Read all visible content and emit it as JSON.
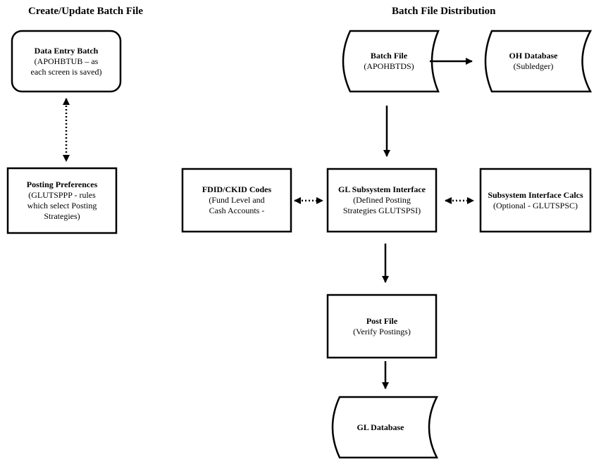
{
  "headings": {
    "left": "Create/Update Batch File",
    "right": "Batch File Distribution"
  },
  "nodes": {
    "data_entry_batch": {
      "title": "Data Entry Batch",
      "body": [
        "(APOHBTUB – as",
        "each screen is saved)"
      ]
    },
    "posting_preferences": {
      "title": "Posting Preferences",
      "body": [
        "(GLUTSPPP - rules",
        "which select Posting",
        "Strategies)"
      ]
    },
    "batch_file": {
      "title": "Batch File",
      "body": [
        "(APOHBTDS)"
      ]
    },
    "oh_database": {
      "title": "OH Database",
      "body": [
        "(Subledger)"
      ]
    },
    "fdid_ckid_codes": {
      "title": "FDID/CKID Codes",
      "body": [
        "(Fund Level and",
        "Cash Accounts -"
      ]
    },
    "gl_subsystem_interface": {
      "title": "GL Subsystem Interface",
      "body": [
        "(Defined Posting",
        "Strategies GLUTSPSI)"
      ]
    },
    "subsystem_interface_calcs": {
      "title": "Subsystem Interface Calcs",
      "body": [
        "(Optional - GLUTSPSC)"
      ]
    },
    "post_file": {
      "title": "Post File",
      "body": [
        "(Verify Postings)"
      ]
    },
    "gl_database": {
      "title": "GL Database",
      "body": []
    }
  }
}
